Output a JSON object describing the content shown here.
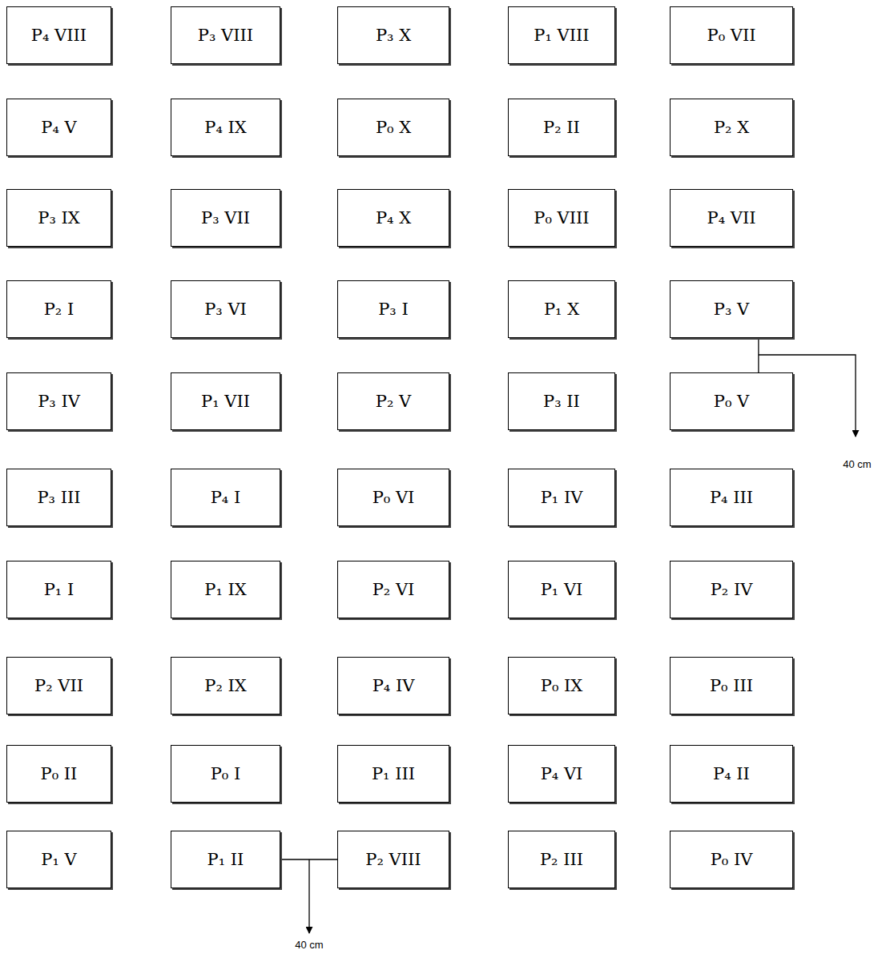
{
  "diagram": {
    "nodes": [
      {
        "text": [
          "P₄ VIII"
        ]
      },
      {
        "text": [
          "P₃ VIII"
        ]
      },
      {
        "text": [
          "P₃ X"
        ]
      },
      {
        "text": [
          "P₁ VIII"
        ]
      },
      {
        "text": [
          "P₀ VII"
        ]
      },
      {
        "text": [
          "P₄ V"
        ]
      },
      {
        "text": [
          "P₄ IX"
        ]
      },
      {
        "text": [
          "P₀ X"
        ]
      },
      {
        "text": [
          "P₂ II"
        ]
      },
      {
        "text": [
          "P₂ X"
        ]
      },
      {
        "text": [
          "P₃ IX"
        ]
      },
      {
        "text": [
          "P₃ VII"
        ]
      },
      {
        "text": [
          "P₄ X"
        ]
      },
      {
        "text": [
          "P₀ VIII"
        ]
      },
      {
        "text": [
          "P₄ VII"
        ]
      },
      {
        "text": [
          "P₂ I"
        ]
      },
      {
        "text": [
          "P₃ VI"
        ]
      },
      {
        "text": [
          "P₃ I"
        ]
      },
      {
        "text": [
          "P₁ X"
        ]
      },
      {
        "text": [
          "P₃ V"
        ]
      },
      {
        "text": [
          "P₃ IV"
        ]
      },
      {
        "text": [
          "P₁ VII"
        ]
      },
      {
        "text": [
          "P₂ V"
        ]
      },
      {
        "text": [
          "P₃ II"
        ]
      },
      {
        "text": [
          "P₀ V"
        ]
      },
      {
        "text": [
          "P₃ III"
        ]
      },
      {
        "text": [
          "P₄ I"
        ]
      },
      {
        "text": [
          "P₀ VI"
        ]
      },
      {
        "text": [
          "P₁ IV"
        ]
      },
      {
        "text": [
          "P₄ III"
        ]
      },
      {
        "text": [
          "P₁ I"
        ]
      },
      {
        "text": [
          "P₁ IX"
        ]
      },
      {
        "text": [
          "P₂ VI"
        ]
      },
      {
        "text": [
          "P₁ VI"
        ]
      },
      {
        "text": [
          "P₂ IV"
        ]
      },
      {
        "text": [
          "P₂ VII"
        ]
      },
      {
        "text": [
          "P₂ IX"
        ]
      },
      {
        "text": [
          "P₄ IV"
        ]
      },
      {
        "text": [
          "P₀ IX"
        ]
      },
      {
        "text": [
          "P₀ III"
        ]
      },
      {
        "text": [
          "P₀ II"
        ]
      },
      {
        "text": [
          "P₀ I"
        ]
      },
      {
        "text": [
          "P₁ III"
        ]
      },
      {
        "text": [
          "P₄ VI"
        ]
      },
      {
        "text": [
          "P₄ II"
        ]
      },
      {
        "text": [
          "P₁ V"
        ]
      },
      {
        "text": [
          "P₁ II"
        ]
      },
      {
        "text": [
          "P₂ VIII"
        ]
      },
      {
        "text": [
          "P₂ III"
        ]
      },
      {
        "text": [
          "P₀ IV"
        ]
      }
    ],
    "edges": [
      {
        "from": 19,
        "to": 24,
        "arrow": "none"
      },
      {
        "from": 46,
        "to": 47,
        "arrow": "none"
      }
    ],
    "labels": [
      "40 cm",
      "40 cm"
    ]
  }
}
